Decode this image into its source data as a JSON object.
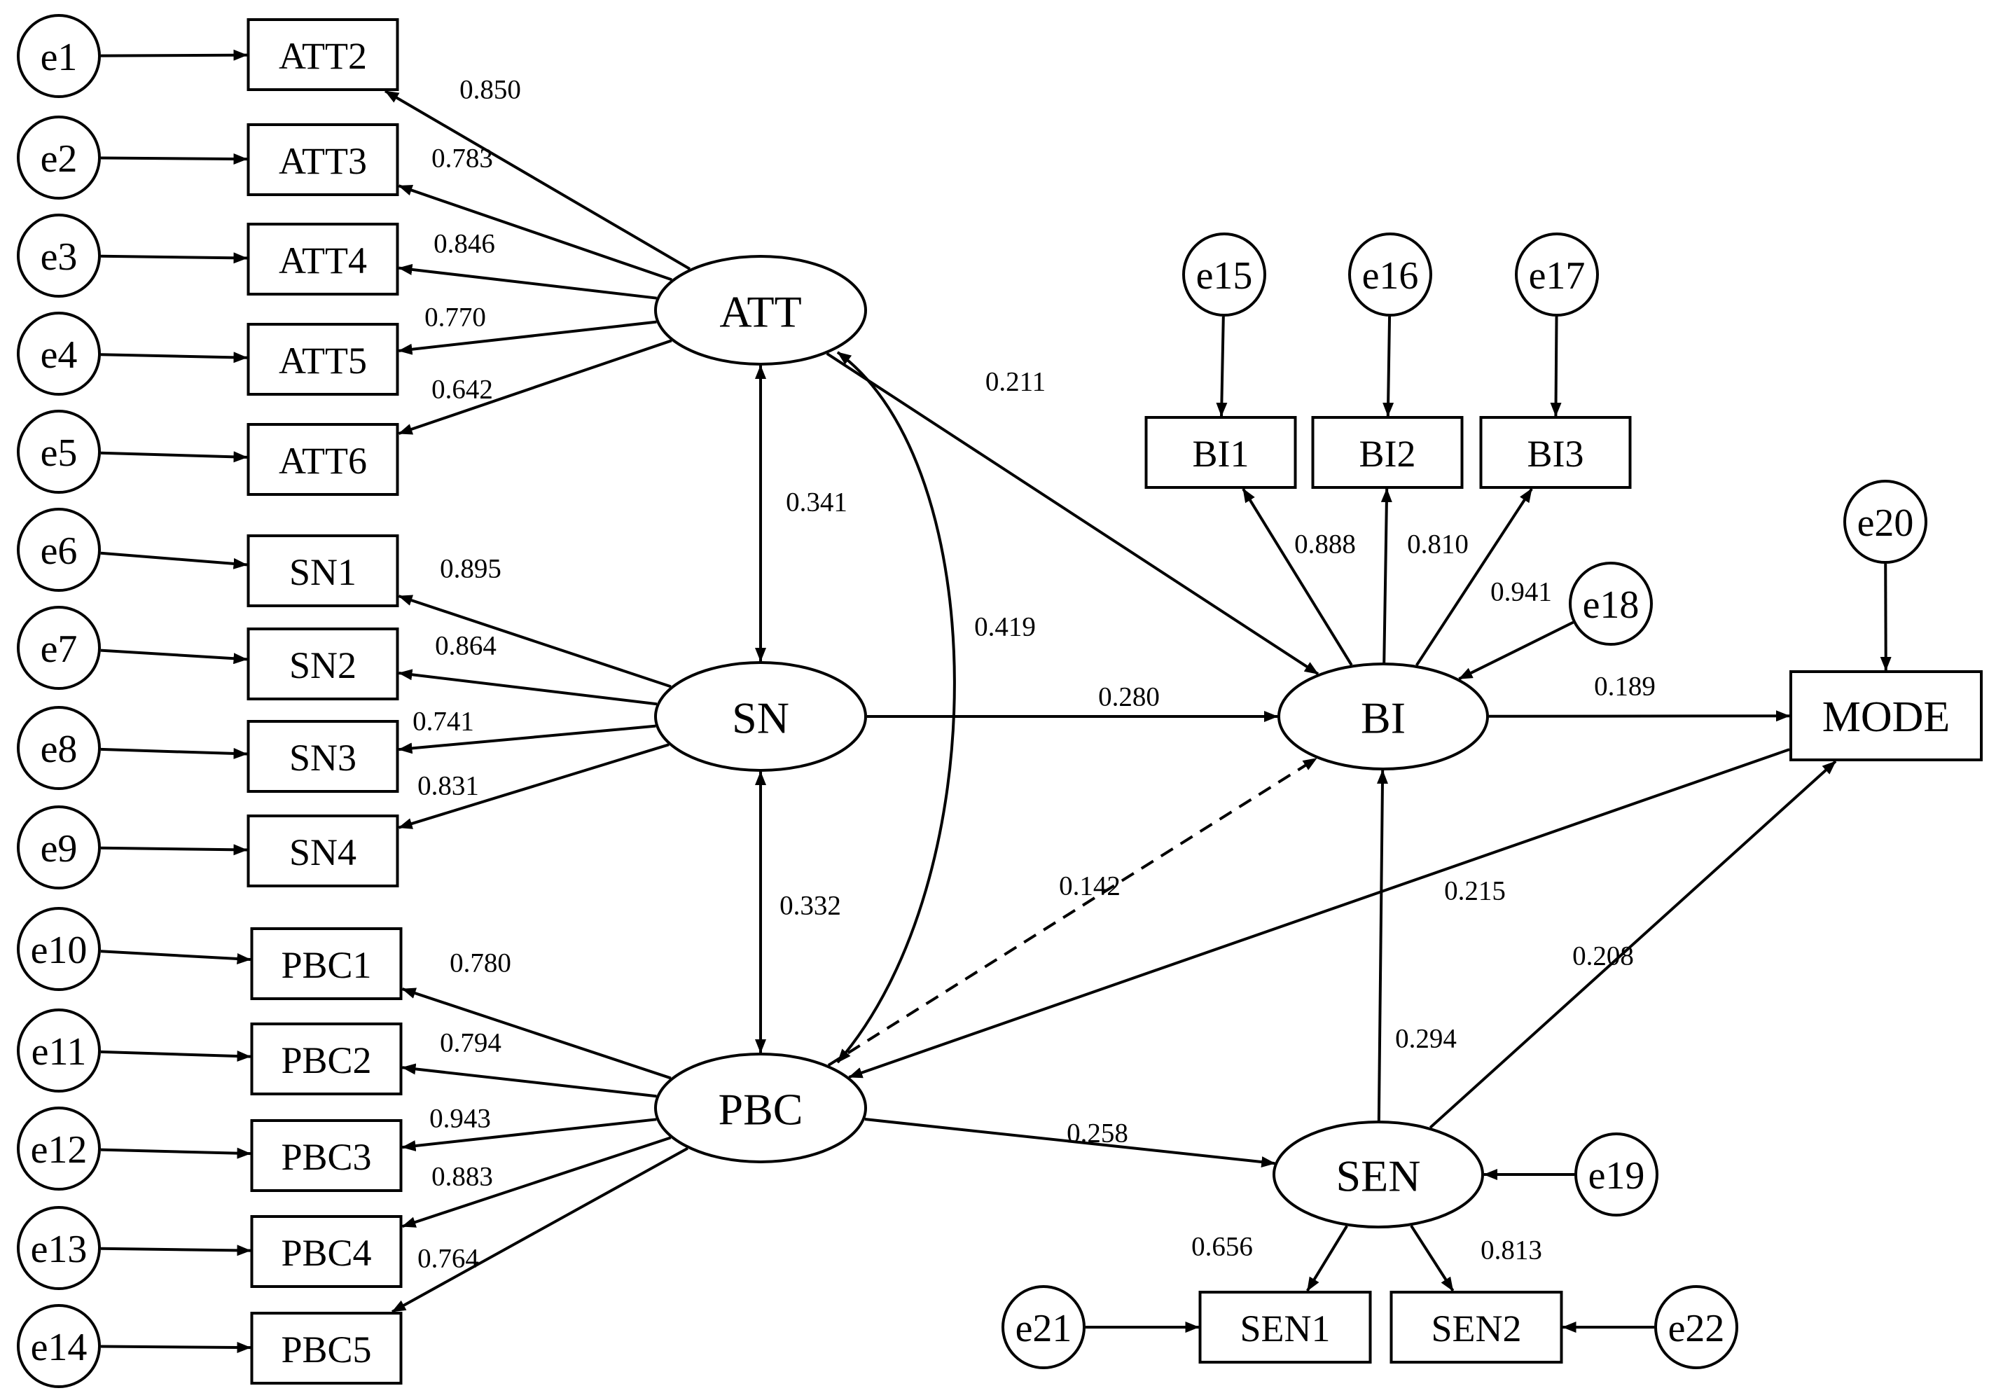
{
  "diagram": {
    "nodes": [
      {
        "id": "e1",
        "label": "e1",
        "shape": "circle"
      },
      {
        "id": "e2",
        "label": "e2",
        "shape": "circle"
      },
      {
        "id": "e3",
        "label": "e3",
        "shape": "circle"
      },
      {
        "id": "e4",
        "label": "e4",
        "shape": "circle"
      },
      {
        "id": "e5",
        "label": "e5",
        "shape": "circle"
      },
      {
        "id": "e6",
        "label": "e6",
        "shape": "circle"
      },
      {
        "id": "e7",
        "label": "e7",
        "shape": "circle"
      },
      {
        "id": "e8",
        "label": "e8",
        "shape": "circle"
      },
      {
        "id": "e9",
        "label": "e9",
        "shape": "circle"
      },
      {
        "id": "e10",
        "label": "e10",
        "shape": "circle"
      },
      {
        "id": "e11",
        "label": "e11",
        "shape": "circle"
      },
      {
        "id": "e12",
        "label": "e12",
        "shape": "circle"
      },
      {
        "id": "e13",
        "label": "e13",
        "shape": "circle"
      },
      {
        "id": "e14",
        "label": "e14",
        "shape": "circle"
      },
      {
        "id": "e15",
        "label": "e15",
        "shape": "circle"
      },
      {
        "id": "e16",
        "label": "e16",
        "shape": "circle"
      },
      {
        "id": "e17",
        "label": "e17",
        "shape": "circle"
      },
      {
        "id": "e18",
        "label": "e18",
        "shape": "circle"
      },
      {
        "id": "e19",
        "label": "e19",
        "shape": "circle"
      },
      {
        "id": "e20",
        "label": "e20",
        "shape": "circle"
      },
      {
        "id": "e21",
        "label": "e21",
        "shape": "circle"
      },
      {
        "id": "e22",
        "label": "e22",
        "shape": "circle"
      },
      {
        "id": "ATT2",
        "label": "ATT2",
        "shape": "rect"
      },
      {
        "id": "ATT3",
        "label": "ATT3",
        "shape": "rect"
      },
      {
        "id": "ATT4",
        "label": "ATT4",
        "shape": "rect"
      },
      {
        "id": "ATT5",
        "label": "ATT5",
        "shape": "rect"
      },
      {
        "id": "ATT6",
        "label": "ATT6",
        "shape": "rect"
      },
      {
        "id": "SN1",
        "label": "SN1",
        "shape": "rect"
      },
      {
        "id": "SN2",
        "label": "SN2",
        "shape": "rect"
      },
      {
        "id": "SN3",
        "label": "SN3",
        "shape": "rect"
      },
      {
        "id": "SN4",
        "label": "SN4",
        "shape": "rect"
      },
      {
        "id": "PBC1",
        "label": "PBC1",
        "shape": "rect"
      },
      {
        "id": "PBC2",
        "label": "PBC2",
        "shape": "rect"
      },
      {
        "id": "PBC3",
        "label": "PBC3",
        "shape": "rect"
      },
      {
        "id": "PBC4",
        "label": "PBC4",
        "shape": "rect"
      },
      {
        "id": "PBC5",
        "label": "PBC5",
        "shape": "rect"
      },
      {
        "id": "BI1",
        "label": "BI1",
        "shape": "rect"
      },
      {
        "id": "BI2",
        "label": "BI2",
        "shape": "rect"
      },
      {
        "id": "BI3",
        "label": "BI3",
        "shape": "rect"
      },
      {
        "id": "SEN1",
        "label": "SEN1",
        "shape": "rect"
      },
      {
        "id": "SEN2",
        "label": "SEN2",
        "shape": "rect"
      },
      {
        "id": "MODE",
        "label": "MODE",
        "shape": "rect"
      },
      {
        "id": "ATT",
        "label": "ATT",
        "shape": "ellipse"
      },
      {
        "id": "SN",
        "label": "SN",
        "shape": "ellipse"
      },
      {
        "id": "PBC",
        "label": "PBC",
        "shape": "ellipse"
      },
      {
        "id": "BI",
        "label": "BI",
        "shape": "ellipse"
      },
      {
        "id": "SEN",
        "label": "SEN",
        "shape": "ellipse"
      }
    ],
    "edges": [
      {
        "from": "e1",
        "to": "ATT2",
        "label": ""
      },
      {
        "from": "e2",
        "to": "ATT3",
        "label": ""
      },
      {
        "from": "e3",
        "to": "ATT4",
        "label": ""
      },
      {
        "from": "e4",
        "to": "ATT5",
        "label": ""
      },
      {
        "from": "e5",
        "to": "ATT6",
        "label": ""
      },
      {
        "from": "e6",
        "to": "SN1",
        "label": ""
      },
      {
        "from": "e7",
        "to": "SN2",
        "label": ""
      },
      {
        "from": "e8",
        "to": "SN3",
        "label": ""
      },
      {
        "from": "e9",
        "to": "SN4",
        "label": ""
      },
      {
        "from": "e10",
        "to": "PBC1",
        "label": ""
      },
      {
        "from": "e11",
        "to": "PBC2",
        "label": ""
      },
      {
        "from": "e12",
        "to": "PBC3",
        "label": ""
      },
      {
        "from": "e13",
        "to": "PBC4",
        "label": ""
      },
      {
        "from": "e14",
        "to": "PBC5",
        "label": ""
      },
      {
        "from": "ATT",
        "to": "ATT2",
        "label": "0.850"
      },
      {
        "from": "ATT",
        "to": "ATT3",
        "label": "0.783"
      },
      {
        "from": "ATT",
        "to": "ATT4",
        "label": "0.846"
      },
      {
        "from": "ATT",
        "to": "ATT5",
        "label": "0.770"
      },
      {
        "from": "ATT",
        "to": "ATT6",
        "label": "0.642"
      },
      {
        "from": "SN",
        "to": "SN1",
        "label": "0.895"
      },
      {
        "from": "SN",
        "to": "SN2",
        "label": "0.864"
      },
      {
        "from": "SN",
        "to": "SN3",
        "label": "0.741"
      },
      {
        "from": "SN",
        "to": "SN4",
        "label": "0.831"
      },
      {
        "from": "PBC",
        "to": "PBC1",
        "label": "0.780"
      },
      {
        "from": "PBC",
        "to": "PBC2",
        "label": "0.794"
      },
      {
        "from": "PBC",
        "to": "PBC3",
        "label": "0.943"
      },
      {
        "from": "PBC",
        "to": "PBC4",
        "label": "0.883"
      },
      {
        "from": "PBC",
        "to": "PBC5",
        "label": "0.764"
      },
      {
        "from": "ATT",
        "to": "SN",
        "label": "0.341",
        "bidirectional": true
      },
      {
        "from": "SN",
        "to": "PBC",
        "label": "0.332",
        "bidirectional": true
      },
      {
        "from": "ATT",
        "to": "PBC",
        "label": "0.419",
        "bidirectional": true,
        "curved": true
      },
      {
        "from": "ATT",
        "to": "BI",
        "label": "0.211"
      },
      {
        "from": "SN",
        "to": "BI",
        "label": "0.280"
      },
      {
        "from": "PBC",
        "to": "BI",
        "label": "0.142",
        "dashed": true
      },
      {
        "from": "MODE",
        "to": "PBC",
        "label": "0.215"
      },
      {
        "from": "PBC",
        "to": "SEN",
        "label": "0.258"
      },
      {
        "from": "SEN",
        "to": "BI",
        "label": "0.294"
      },
      {
        "from": "SEN",
        "to": "MODE",
        "label": "0.208"
      },
      {
        "from": "BI",
        "to": "MODE",
        "label": "0.189"
      },
      {
        "from": "e15",
        "to": "BI1",
        "label": ""
      },
      {
        "from": "e16",
        "to": "BI2",
        "label": ""
      },
      {
        "from": "e17",
        "to": "BI3",
        "label": ""
      },
      {
        "from": "BI",
        "to": "BI1",
        "label": "0.888"
      },
      {
        "from": "BI",
        "to": "BI2",
        "label": "0.810"
      },
      {
        "from": "BI",
        "to": "BI3",
        "label": "0.941"
      },
      {
        "from": "e18",
        "to": "BI",
        "label": ""
      },
      {
        "from": "e20",
        "to": "MODE",
        "label": ""
      },
      {
        "from": "e19",
        "to": "SEN",
        "label": ""
      },
      {
        "from": "SEN",
        "to": "SEN1",
        "label": "0.656"
      },
      {
        "from": "SEN",
        "to": "SEN2",
        "label": "0.813"
      },
      {
        "from": "e21",
        "to": "SEN1",
        "label": ""
      },
      {
        "from": "e22",
        "to": "SEN2",
        "label": ""
      }
    ]
  }
}
